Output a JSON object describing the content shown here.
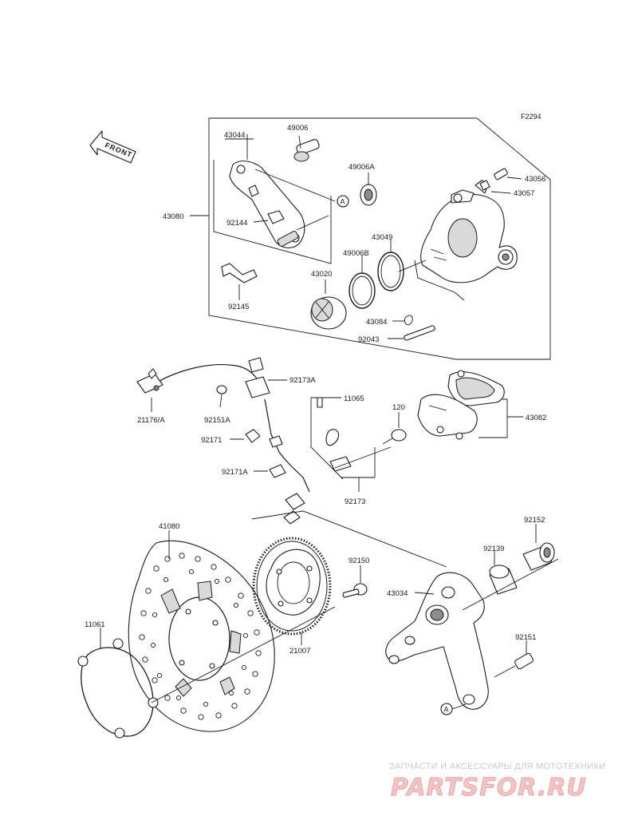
{
  "figure": {
    "code": "F2294"
  },
  "front_arrow": {
    "label": "FRONT"
  },
  "ref_marks": {
    "a1": "A",
    "a2": "A"
  },
  "part_numbers": {
    "p43044": "43044",
    "p49006": "49006",
    "p49006A": "49006A",
    "p43056": "43056",
    "p43057": "43057",
    "p43080": "43080",
    "p92144": "92144",
    "p43049": "43049",
    "p49006B": "49006B",
    "p43020": "43020",
    "p92145": "92145",
    "p43084": "43084",
    "p92043": "92043",
    "p92173A": "92173A",
    "p21176A": "21176/A",
    "p92151A": "92151A",
    "p11065": "11065",
    "p120": "120",
    "p43082": "43082",
    "p92171": "92171",
    "p92171A": "92171A",
    "p92173": "92173",
    "p41080": "41080",
    "p92152": "92152",
    "p92139": "92139",
    "p92150": "92150",
    "p43034": "43034",
    "p11061": "11061",
    "p21007": "21007",
    "p92151": "92151"
  },
  "watermark": {
    "tagline": "ЗАПЧАСТИ И АКСЕССУАРЫ ДЛЯ МОТОТЕХНИКИ",
    "brand": "PARTSFOR.RU",
    "color": "#e39a9a"
  }
}
